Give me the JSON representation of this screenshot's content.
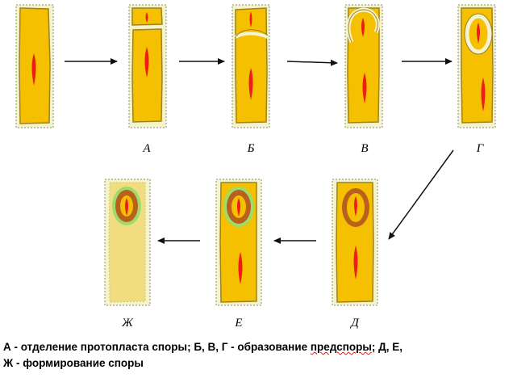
{
  "stages": [
    {
      "id": "start",
      "label": ""
    },
    {
      "id": "A",
      "label": "А"
    },
    {
      "id": "B",
      "label": "Б"
    },
    {
      "id": "V",
      "label": "В"
    },
    {
      "id": "G",
      "label": "Г"
    },
    {
      "id": "D",
      "label": "Д"
    },
    {
      "id": "E",
      "label": "Е"
    },
    {
      "id": "ZH",
      "label": "Ж"
    }
  ],
  "caption": {
    "line1_start": "А - отделение протопласта  споры; Б, В, Г - образование  ",
    "line1_underlined": "предспоры",
    "line1_end": "; Д, Е,",
    "line2": "Ж - формирование  споры"
  },
  "colors": {
    "cell_fill": "#f5c000",
    "cell_border": "#a08020",
    "cell_pale": "#f2dc80",
    "frame_bg": "#f4f4cc",
    "frame_border": "#8c8c6c",
    "nucleus": "#ee1c1c",
    "forespore_ring": "#f4f4d4",
    "spore_coat": "#b8601c",
    "spore_halo": "#9cdc6c",
    "arrow": "#111111",
    "spell_underline": "#d02020"
  }
}
